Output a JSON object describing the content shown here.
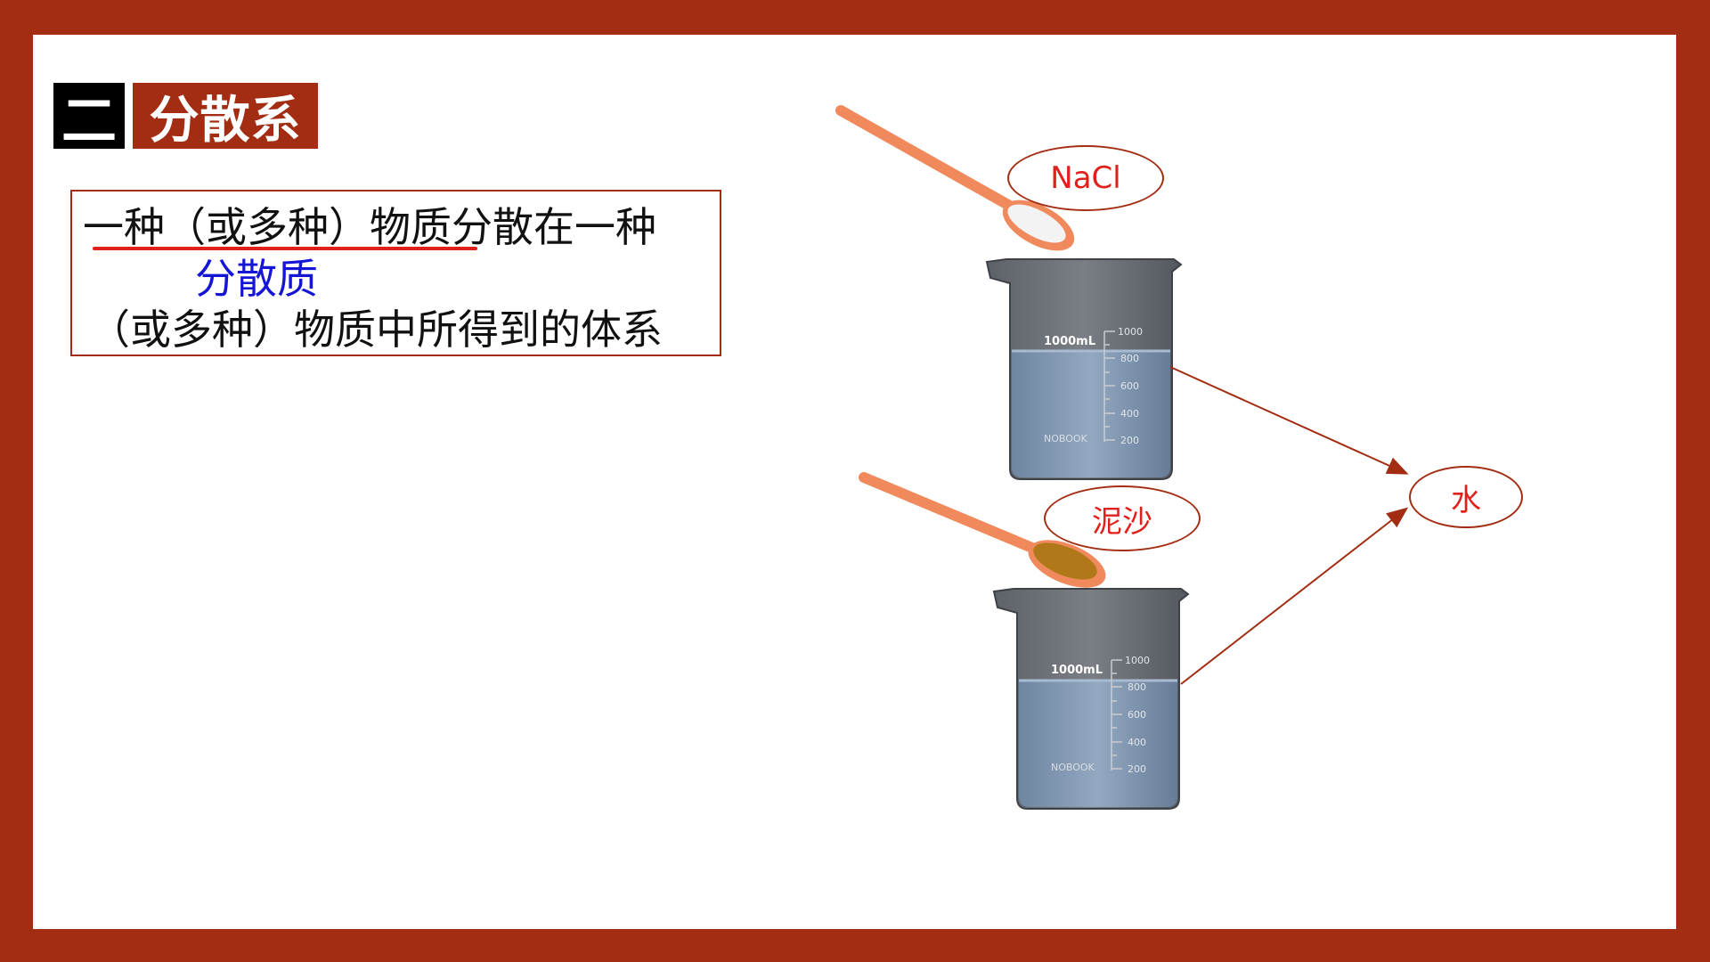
{
  "title": {
    "number": "二",
    "text": "分散系"
  },
  "definition": {
    "line1": "一种（或多种）物质分散在一种",
    "line2_label": "分散质",
    "line3": "（或多种）物质中所得到的体系"
  },
  "diagram": {
    "substance_top": "NaCl",
    "substance_bottom": "泥沙",
    "solvent": "水",
    "beaker_capacity": "1000mL",
    "beaker_brand": "NOBOOK",
    "scale_marks": [
      "1000",
      "800",
      "600",
      "400",
      "200"
    ]
  },
  "colors": {
    "frame": "#a32d12",
    "accent_red": "#e0201a",
    "blue_text": "#1515d6",
    "spoon": "#f08a5d",
    "sand": "#b07818"
  }
}
